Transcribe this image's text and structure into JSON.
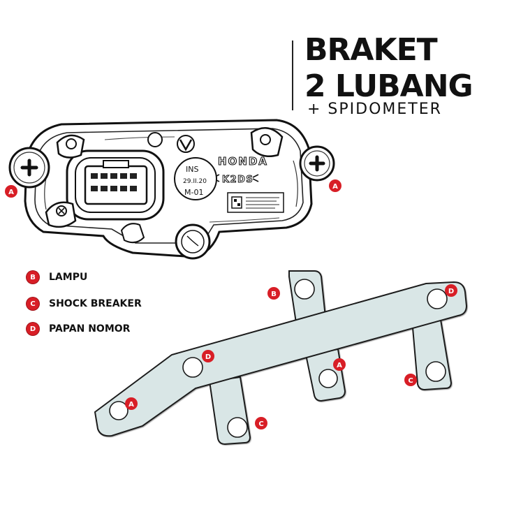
{
  "title": {
    "line1": "BRAKET",
    "line2": "2 LUBANG",
    "line3": "+ SPIDOMETER"
  },
  "speedometer": {
    "brand": "HONDA",
    "label_ins": "INS",
    "label_date": "29.II.20",
    "label_model": "M-01",
    "label_code": "K2DS"
  },
  "legend": [
    {
      "key": "B",
      "text": "LAMPU"
    },
    {
      "key": "C",
      "text": "SHOCK BREAKER"
    },
    {
      "key": "D",
      "text": "PAPAN NOMOR"
    }
  ],
  "markers": {
    "a": "A",
    "b": "B",
    "c": "C",
    "d": "D"
  },
  "colors": {
    "badge": "#d81e26",
    "bracket_fill": "#d9e6e6",
    "outline": "#1a1a1a"
  }
}
